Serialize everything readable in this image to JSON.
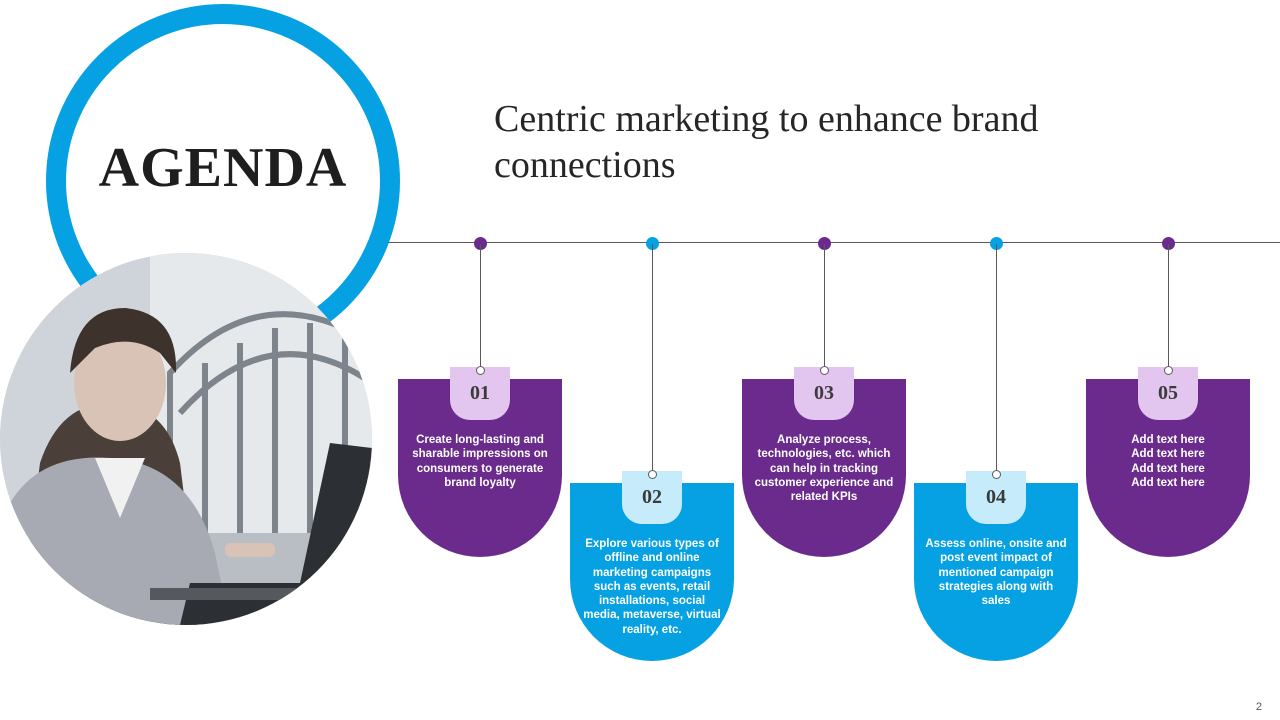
{
  "agenda_label": "AGENDA",
  "title": "Centric marketing to enhance brand connections",
  "page_number": "2",
  "colors": {
    "purple": "#6a2b8c",
    "blue": "#05a1e3",
    "light_purple": "#e2c6f0",
    "light_blue": "#c6ecfb"
  },
  "items": [
    {
      "number": "01",
      "text": "Create long-lasting and sharable impressions on consumers to generate brand loyalty"
    },
    {
      "number": "02",
      "text": "Explore various types of offline and online marketing campaigns such as events, retail installations, social media, metaverse, virtual reality, etc."
    },
    {
      "number": "03",
      "text": "Analyze process, technologies, etc. which can help in tracking customer experience and related KPIs"
    },
    {
      "number": "04",
      "text": "Assess online, onsite and post event impact of mentioned campaign strategies along with sales"
    },
    {
      "number": "05",
      "text": "Add text here Add text here Add text here Add text here"
    }
  ]
}
